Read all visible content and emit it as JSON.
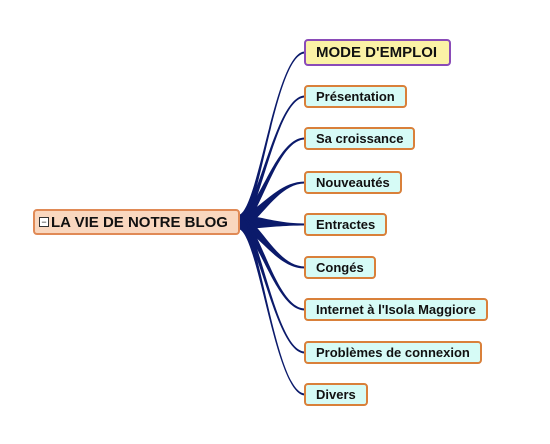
{
  "colors": {
    "branch": "#0b1a6b",
    "root_fill": "#f9d7bf",
    "root_border": "#e08a56",
    "child_fill": "#d6fbf6",
    "child_border": "#d9803a",
    "top_fill": "#fbf2a6",
    "top_border": "#8a4bb8"
  },
  "root": {
    "label": "LA VIE DE NOTRE BLOG",
    "toggle_icon": "collapse-icon",
    "toggle_glyph": "−"
  },
  "children": [
    {
      "label": "MODE D'EMPLOI"
    },
    {
      "label": "Présentation"
    },
    {
      "label": "Sa croissance"
    },
    {
      "label": "Nouveautés"
    },
    {
      "label": "Entractes"
    },
    {
      "label": "Congés"
    },
    {
      "label": "Internet à l'Isola Maggiore"
    },
    {
      "label": "Problèmes de connexion"
    },
    {
      "label": "Divers"
    }
  ]
}
